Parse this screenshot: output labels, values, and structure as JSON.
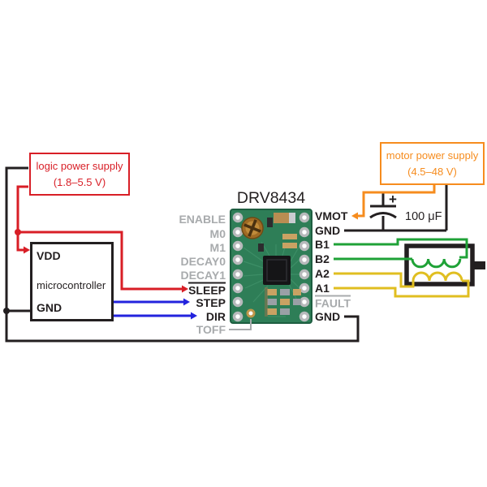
{
  "colors": {
    "black": "#231f20",
    "red": "#d81e26",
    "blue": "#2323dd",
    "green": "#1fa237",
    "yellow": "#e0be20",
    "orange": "#f68c1e",
    "gray": "#a8abad",
    "pcb": "#2e7e57"
  },
  "supplies": {
    "logic": {
      "line1": "logic power supply",
      "line2": "(1.8–5.5 V)"
    },
    "motor": {
      "line1": "motor power supply",
      "line2": "(4.5–48 V)"
    }
  },
  "microcontroller": {
    "name": "microcontroller",
    "vdd": "VDD",
    "gnd": "GND"
  },
  "driver_board": {
    "title": "DRV8434"
  },
  "pins": {
    "left": [
      {
        "label": "ENABLE",
        "connected": false
      },
      {
        "label": "M0",
        "connected": false
      },
      {
        "label": "M1",
        "connected": false
      },
      {
        "label": "DECAY0",
        "connected": false
      },
      {
        "label": "DECAY1",
        "connected": false
      },
      {
        "label": "SLEEP",
        "connected": true,
        "active_low": true
      },
      {
        "label": "STEP",
        "connected": true
      },
      {
        "label": "DIR",
        "connected": true
      },
      {
        "label": "TOFF",
        "connected": false
      }
    ],
    "right": [
      {
        "label": "VMOT",
        "connected": true
      },
      {
        "label": "GND",
        "connected": true
      },
      {
        "label": "B1",
        "connected": true
      },
      {
        "label": "B2",
        "connected": true
      },
      {
        "label": "A2",
        "connected": true
      },
      {
        "label": "A1",
        "connected": true
      },
      {
        "label": "FAULT",
        "connected": false,
        "active_low": true
      },
      {
        "label": "GND",
        "connected": true
      }
    ]
  },
  "capacitor": {
    "plus": "+",
    "value": "100 μF"
  }
}
